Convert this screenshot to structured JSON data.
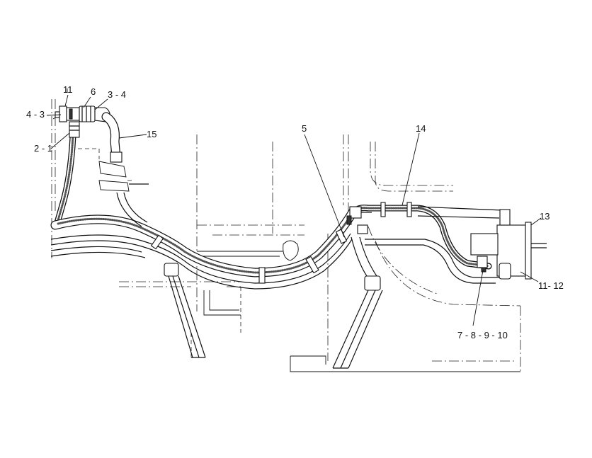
{
  "callouts": [
    {
      "id": "11",
      "text": "11"
    },
    {
      "id": "6",
      "text": "6"
    },
    {
      "id": "3-4",
      "text": "3 - 4"
    },
    {
      "id": "4-3",
      "text": "4 - 3"
    },
    {
      "id": "15",
      "text": "15"
    },
    {
      "id": "2-1",
      "text": "2 - 1"
    },
    {
      "id": "5",
      "text": "5"
    },
    {
      "id": "14",
      "text": "14"
    },
    {
      "id": "13",
      "text": "13"
    },
    {
      "id": "11-12",
      "text": "11- 12"
    },
    {
      "id": "7-8-9-10",
      "text": "7 - 8 - 9 - 10"
    }
  ]
}
